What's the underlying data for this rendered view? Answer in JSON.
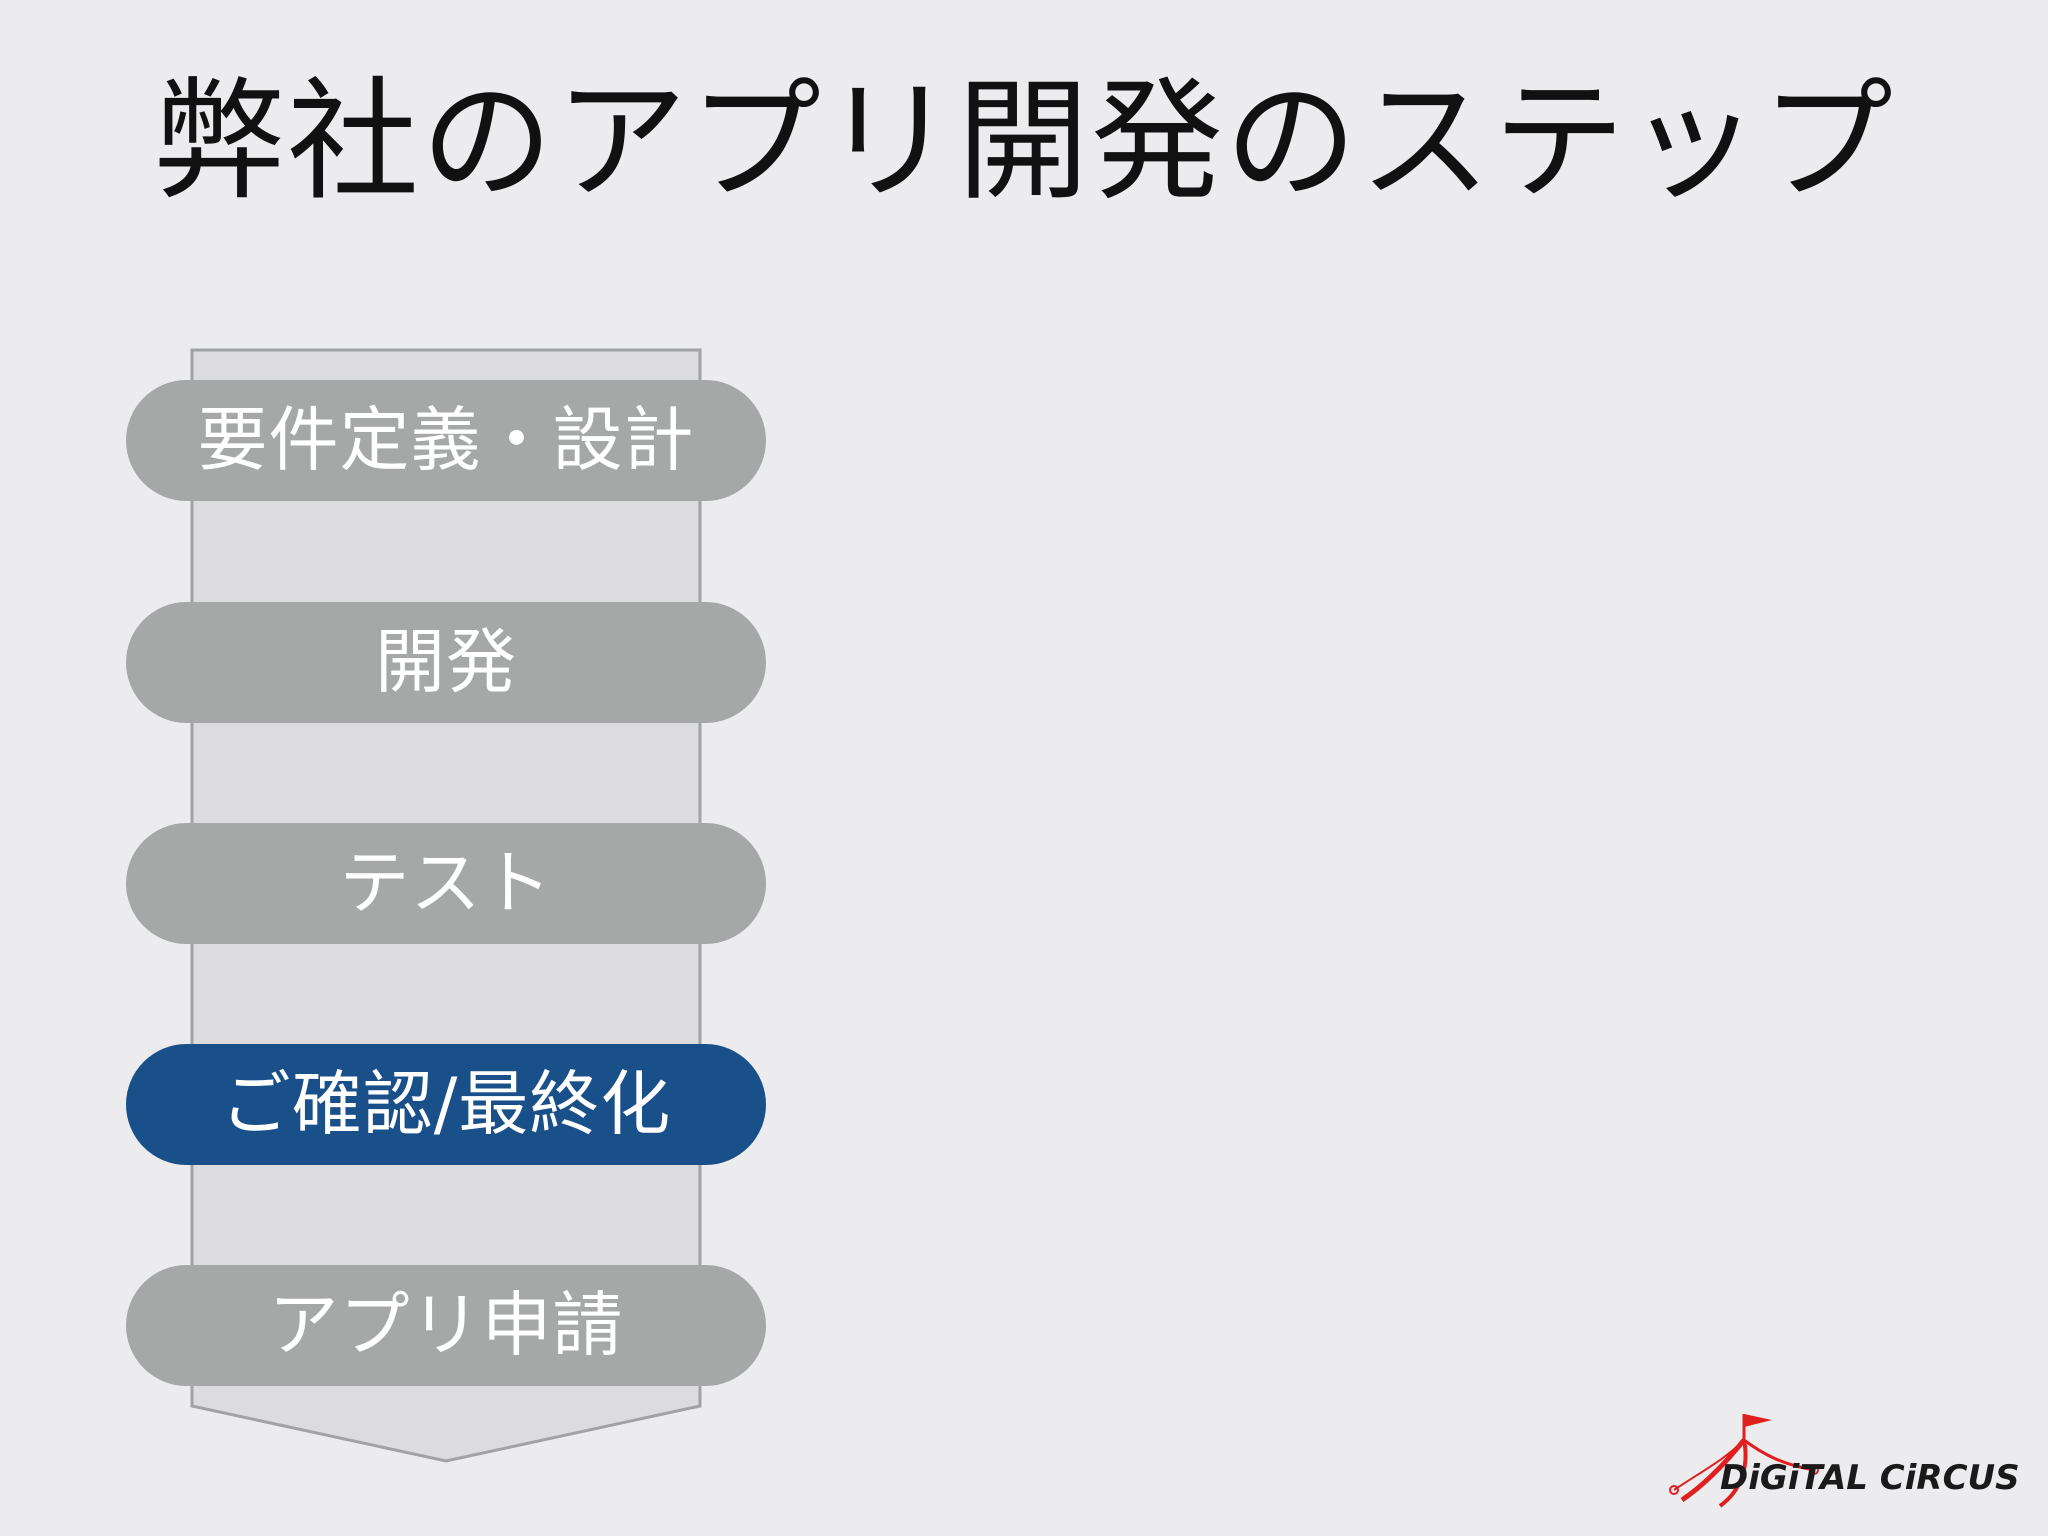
{
  "title": "弊社のアプリ開発のステップ",
  "steps": [
    {
      "label": "要件定義・設計",
      "active": false
    },
    {
      "label": "開発",
      "active": false
    },
    {
      "label": "テスト",
      "active": false
    },
    {
      "label": "ご確認/最終化",
      "active": true
    },
    {
      "label": "アプリ申請",
      "active": false
    }
  ],
  "logo": {
    "text": "DiGiTAL CiRCUS"
  },
  "colors": {
    "background": "#ececee",
    "step_default": "#a6a8a8",
    "step_active": "#19508a",
    "arrow_fill": "#dcdcde",
    "arrow_stroke": "#a0a2a4",
    "logo_red": "#e0201f"
  }
}
